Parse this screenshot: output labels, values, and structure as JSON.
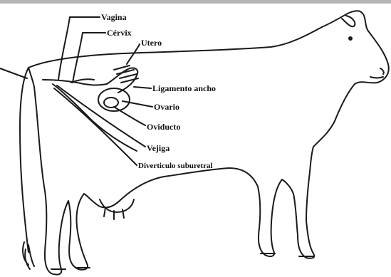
{
  "figure": {
    "labels": {
      "vagina": "Vagina",
      "cervix": "Cérvix",
      "utero": "Utero",
      "ligamento": "Ligamento ancho",
      "ovario": "Ovario",
      "oviducto": "Oviducto",
      "vejiga": "Vejiga",
      "diverticulo": "Diverticulo suburetral"
    },
    "colors": {
      "ink": "#111111",
      "top_bar": "#b5b5b5",
      "background": "#ffffff"
    }
  }
}
